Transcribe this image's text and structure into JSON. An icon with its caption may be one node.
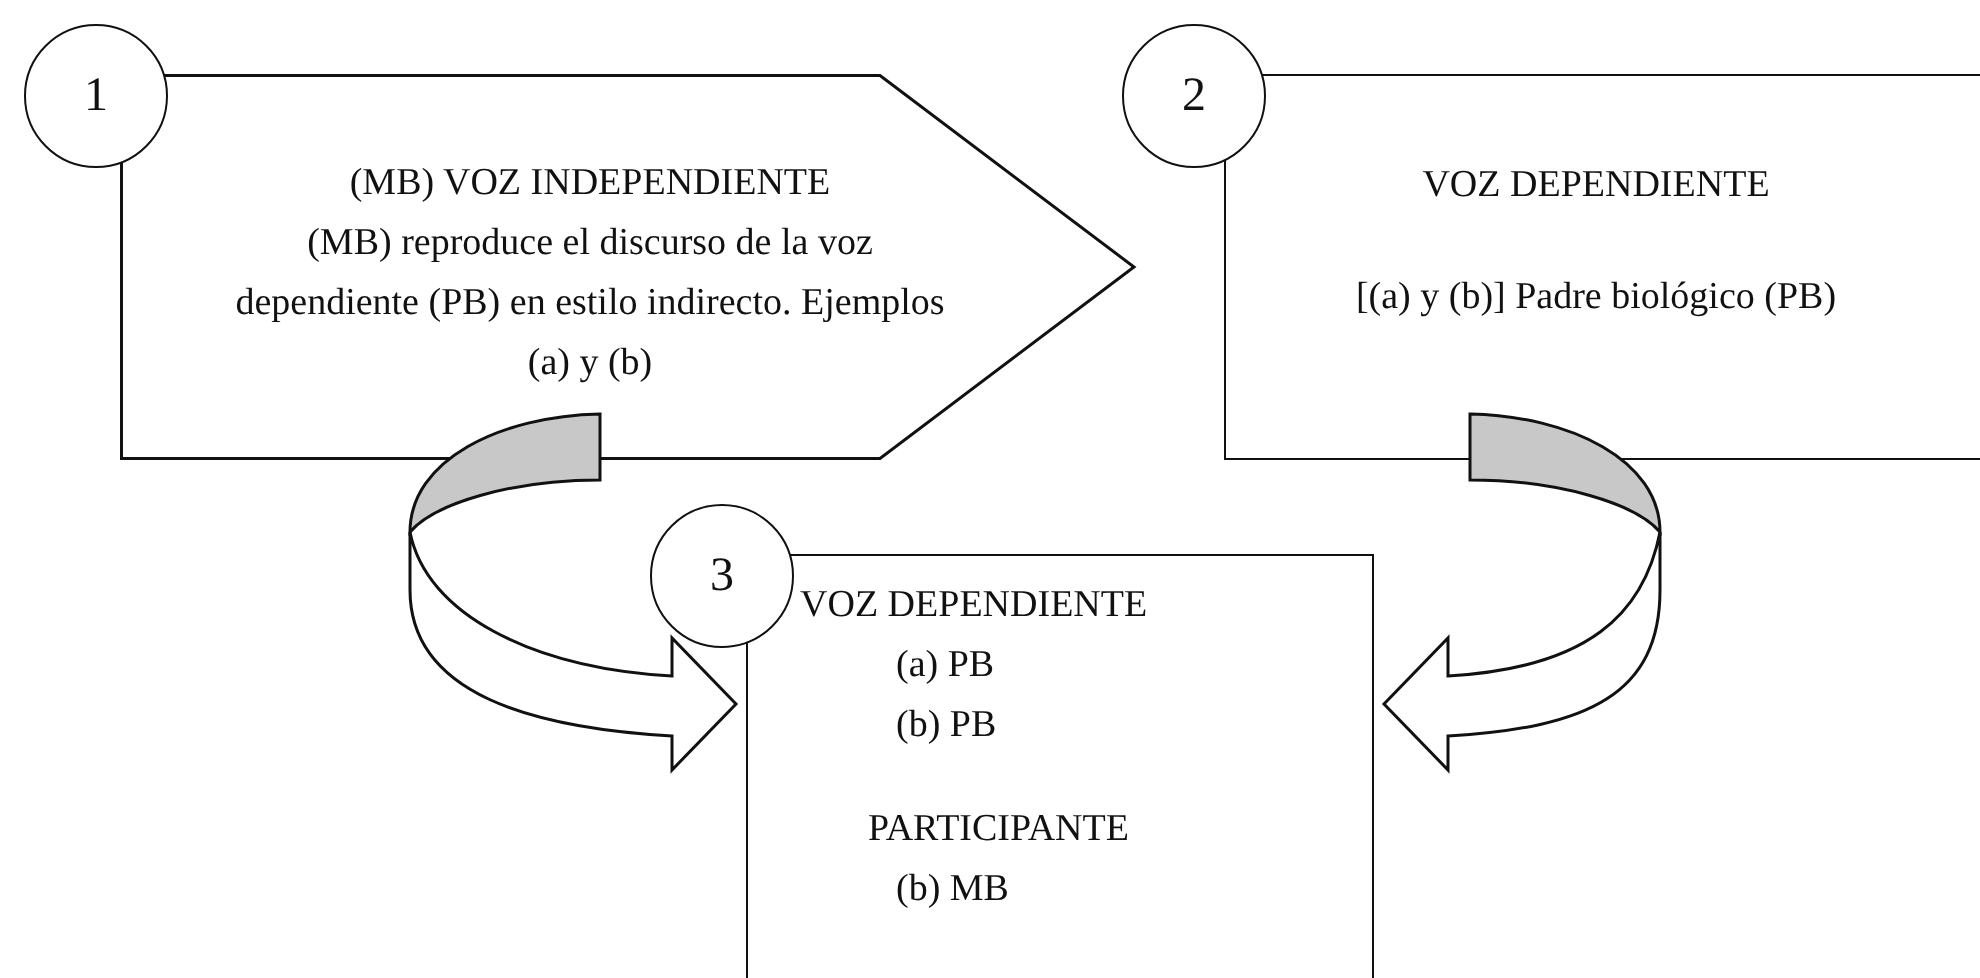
{
  "diagram": {
    "nodes": [
      {
        "text": [
          "1"
        ]
      },
      {
        "text": [
          "(MB) VOZ INDEPENDIENTE",
          "(MB) reproduce el discurso de la voz dependiente (PB) en estilo indirecto. Ejemplos (a) y (b)"
        ]
      },
      {
        "text": [
          "2"
        ]
      },
      {
        "text": [
          "VOZ DEPENDIENTE",
          "[(a) y (b)] Padre biológico (PB)"
        ]
      },
      {
        "text": [
          "3"
        ]
      },
      {
        "text": [
          "VOZ DEPENDIENTE",
          "(a) PB",
          "(b) PB",
          "PARTICIPANTE",
          "(b) MB"
        ]
      }
    ],
    "edges": [
      {
        "from": 1,
        "to": 5,
        "arrow": "to"
      },
      {
        "from": 3,
        "to": 5,
        "arrow": "to"
      }
    ]
  }
}
